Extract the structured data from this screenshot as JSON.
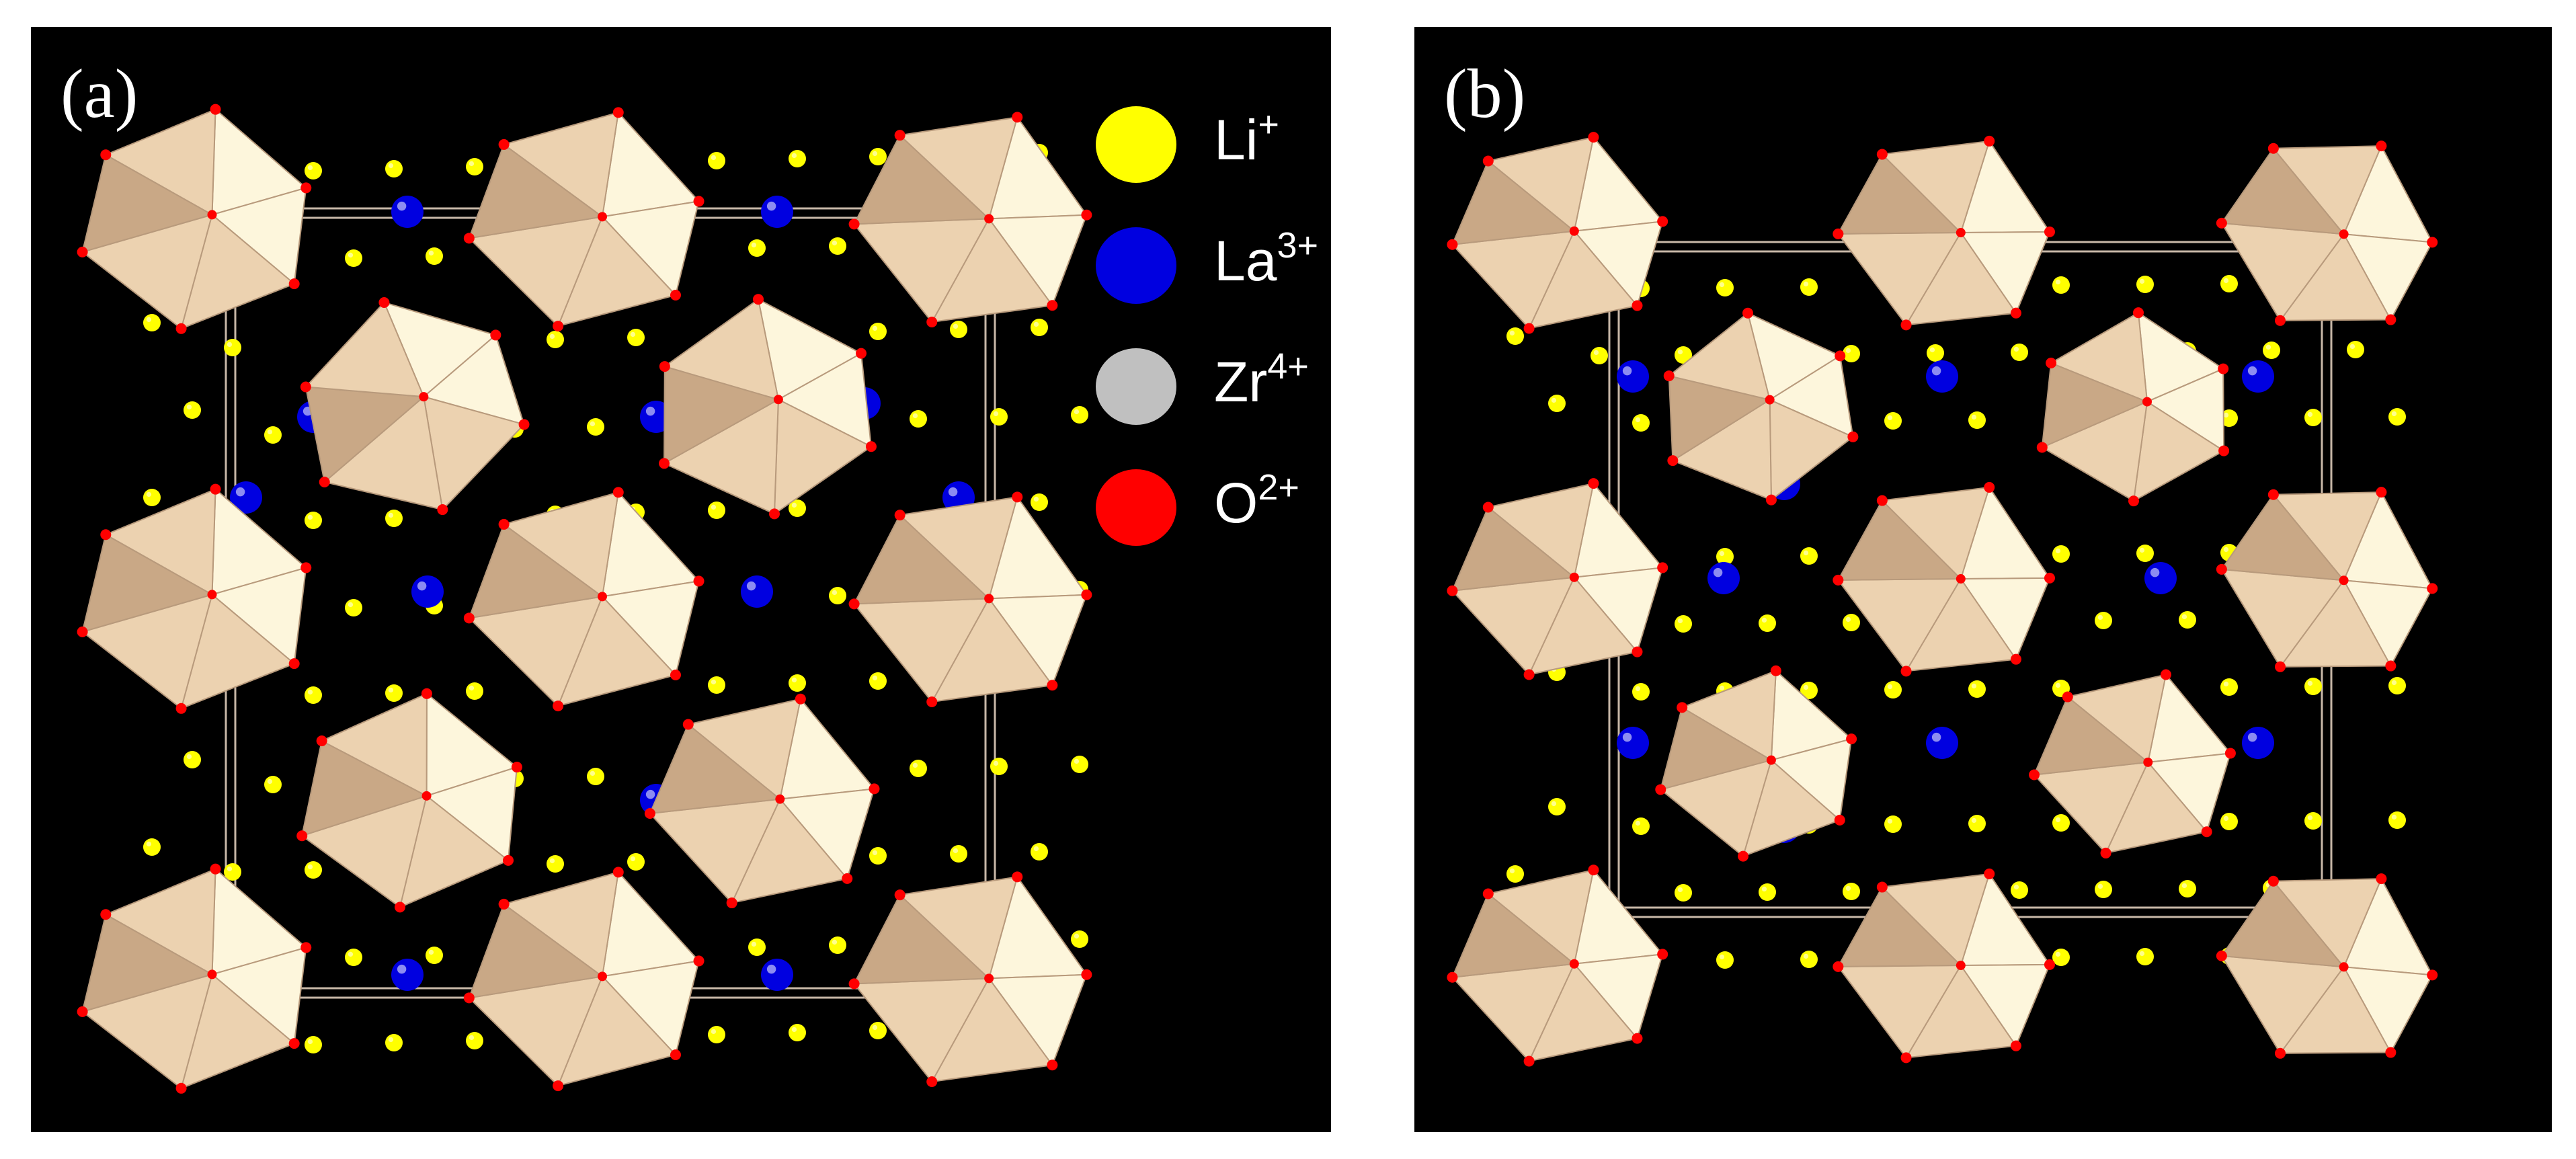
{
  "colors": {
    "background": "#000000",
    "li": "#ffff00",
    "la": "#0000e0",
    "zr": "#c0c0c0",
    "o": "#ff0000",
    "octahedron_light": "#fdf6dc",
    "octahedron_mid": "#ecd2b0",
    "octahedron_dark": "#c9a886",
    "cell_edge": "#c8b8a8"
  },
  "panels": [
    {
      "label": "(a)"
    },
    {
      "label": "(b)"
    }
  ],
  "legend": [
    {
      "symbol": "Li",
      "charge": "+",
      "color": "#ffff00"
    },
    {
      "symbol": "La",
      "charge": "3+",
      "color": "#0000e0"
    },
    {
      "symbol": "Zr",
      "charge": "4+",
      "color": "#c0c0c0"
    },
    {
      "symbol": "O",
      "charge": "2+",
      "color": "#ff0000"
    }
  ]
}
